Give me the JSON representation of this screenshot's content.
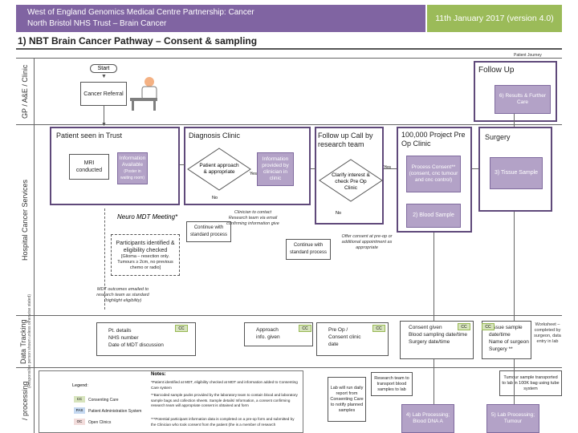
{
  "header": {
    "line1": "West of England Genomics Medical Centre Partnership: Cancer",
    "line2": "North Bristol NHS Trust – Brain Cancer",
    "date": "11th January 2017 (version 4.0)"
  },
  "title": "1) NBT Brain Cancer Pathway – Consent & sampling",
  "patient_journey": "Patient Journey",
  "lanes": {
    "gp": "GP / A&E / Clinic",
    "hospital": "Hospital Cancer Services",
    "data": "Data Tracking",
    "data_sub": "(Responsible person shown unless otherwise stated)",
    "processing": "/ processing"
  },
  "start": "Start",
  "cancer_referral": "Cancer Referral",
  "follow_up": {
    "title": "Follow Up",
    "results": "6) Results & Further Care"
  },
  "patient_seen": {
    "title": "Patient seen in Trust",
    "mri": "MRI conducted",
    "info": "Information Available",
    "info_sub": "(Poster in waiting room)"
  },
  "diagnosis": {
    "title": "Diagnosis Clinic",
    "decision": "Patient approach & appropriate",
    "yes": "Yes",
    "no": "No",
    "info": "Information provided by clinician in clinic"
  },
  "followup_call": {
    "title": "Follow up Call by research team",
    "decision": "Clarify interest & check Pre Op Clinic",
    "yes": "Yes",
    "no": "No"
  },
  "project": {
    "title": "100,000 Project Pre Op Clinic",
    "consent": "Process Consent** (consent, cnc tumour and cnc control)",
    "blood": "2) Blood Sample"
  },
  "surgery": {
    "title": "Surgery",
    "tissue": "3) Tissue Sample"
  },
  "mdt": {
    "title": "Neuro MDT Meeting*",
    "box": "Participants identified & eligibility checked",
    "detail": "[Glioma – resection only. Tumours ≥ 2cm, no previous chemo or radio]",
    "note": "MDT outcomes emailed to research team as standard (highlight eligibility)"
  },
  "continue1": "Continue with standard process",
  "clinician_note": "Clinician to contact Research team via email confirming information give",
  "continue2": "Continue with standard process",
  "offer_note": "Offer consent at pre-op or additional appointment as appropriate",
  "data_tracking": {
    "box1": [
      "Pt. details",
      "NHS number",
      "Date of MDT discussion"
    ],
    "box2": [
      "Approach",
      "info. given"
    ],
    "box3": [
      "Pre Op /",
      "Consent clinic",
      "date"
    ],
    "box4": [
      "Consent given",
      "Blood sampling date/time",
      "Surgery date/time"
    ],
    "box5": [
      "Tissue sample date/time",
      "Name of surgeon",
      "Surgery **"
    ],
    "worksheet": "Worksheet – completed by surgeon, data entry in lab",
    "cc": "CC"
  },
  "bottom": {
    "lab_report": "Lab will run daily report from Consenting Care to notify planned samples",
    "research_transport": "Research team to transport blood samples to lab",
    "transport_tumour": "Tumour sample transported to lab in 100K bag using tube system",
    "lab_dna": "4) Lab Processing; Blood DNA A",
    "lab_tumour": "5) Lab Processing; Tumour"
  },
  "legend": {
    "title": "Legend:",
    "items": [
      {
        "code": "CC",
        "label": "Consenting Care",
        "color": "#d7e4bd"
      },
      {
        "code": "PAS",
        "label": "Patient Administration System",
        "color": "#c5d9f1"
      },
      {
        "code": "OC",
        "label": "Open Clinics",
        "color": "#f2dcdb"
      }
    ]
  },
  "notes": {
    "title": "Notes:",
    "lines": [
      "*Patient identified at MDT, eligibility checked at MDT and information added to Consenting Care system",
      "**Barcoded sample packs provided by the laboratory team to contain blood and laboratory sample bags and collection sheets. Sample details/ Information, a consent confirming research team will appropriate consent is obtained and form",
      "***Potential participant information data is completed on a pre-op form and submitted by the Clinician who took consent from the patient (the is a member of research"
    ]
  }
}
